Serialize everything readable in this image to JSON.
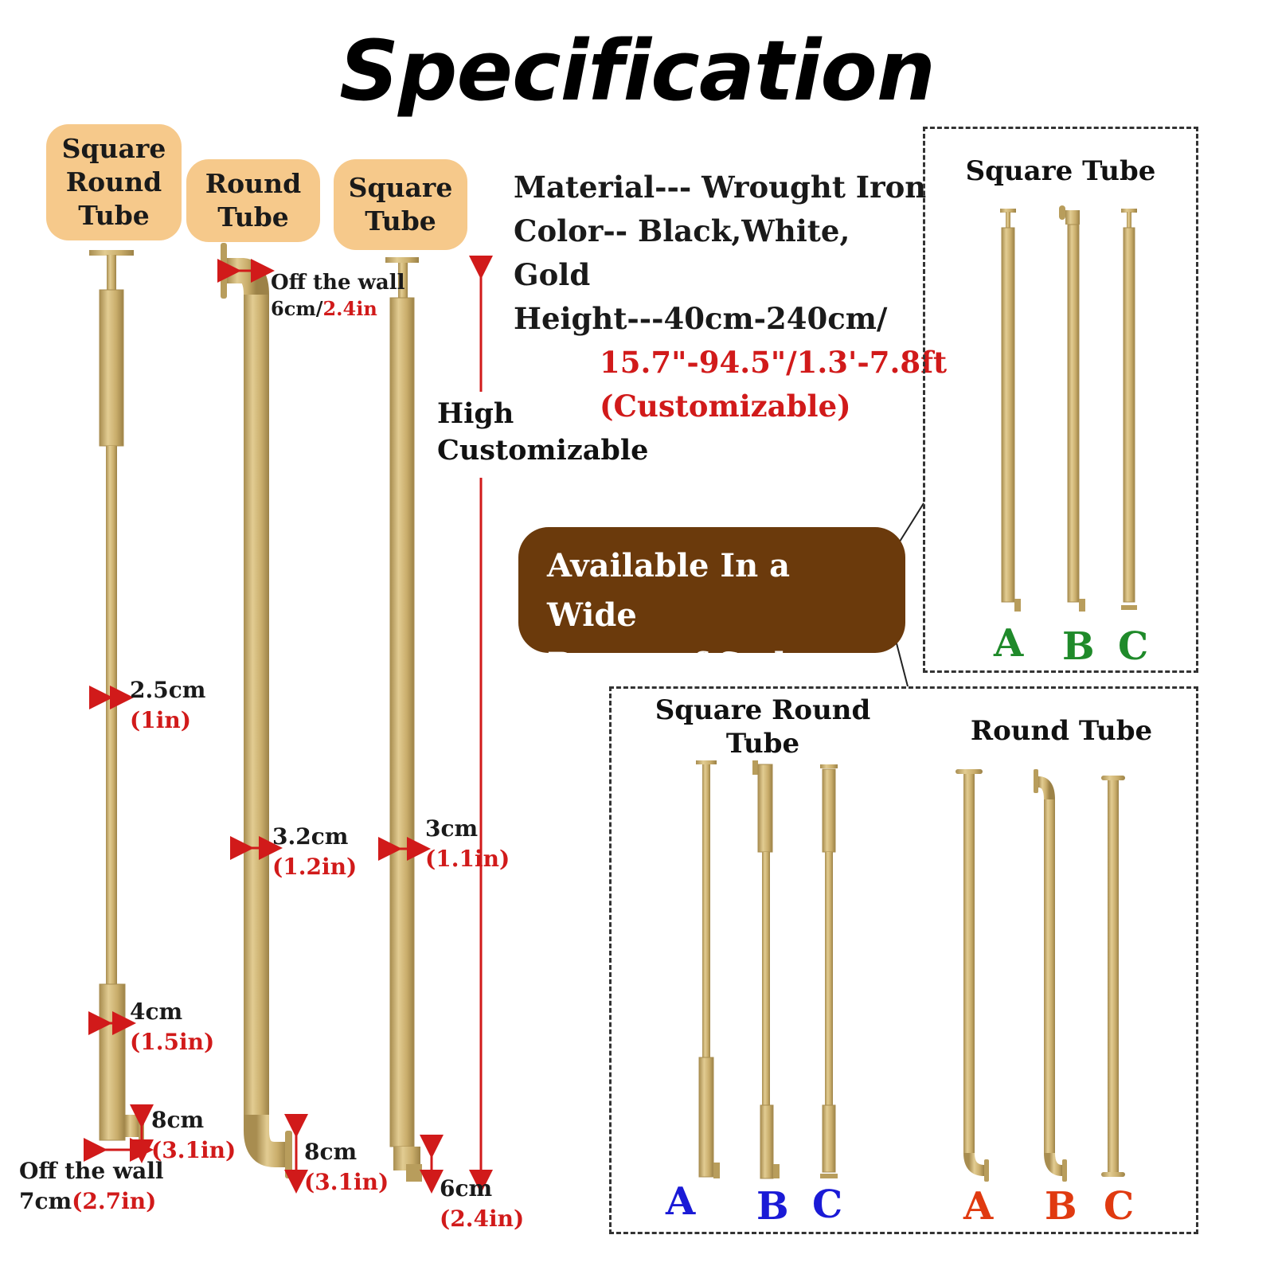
{
  "title": "Specification",
  "badges": {
    "square_round": [
      "Square",
      "Round",
      "Tube"
    ],
    "round": [
      "Round",
      "Tube"
    ],
    "square": [
      "Square",
      "Tube"
    ]
  },
  "specs": {
    "material": "Material--- Wrought Iron",
    "color": "Color-- Black,White, Gold",
    "height": "Height---40cm-240cm/",
    "height_imperial": "15.7\"-94.5\"/1.3'-7.8ft",
    "customizable": "(Customizable)"
  },
  "high_label": [
    "High",
    "Customizable"
  ],
  "dimensions": {
    "round_off_wall": "Off the wall",
    "round_off_wall_cm": "6cm/",
    "round_off_wall_in": "2.4in",
    "sr_width_cm": "2.5cm",
    "sr_width_in": "(1in)",
    "sr_base_cm": "4cm",
    "sr_base_in": "(1.5in)",
    "sr_foot_cm": "8cm",
    "sr_foot_in": "(3.1in)",
    "sr_off_wall": "Off the wall",
    "sr_off_wall_cm": "7cm",
    "sr_off_wall_in": "(2.7in)",
    "round_width_cm": "3.2cm",
    "round_width_in": "(1.2in)",
    "round_foot_cm": "8cm",
    "round_foot_in": "(3.1in)",
    "square_width_cm": "3cm",
    "square_width_in": "(1.1in)",
    "square_foot_cm": "6cm",
    "square_foot_in": "(2.4in)"
  },
  "styles_pill": [
    "Available In a Wide",
    "Range of Styles"
  ],
  "panels": {
    "square_tube": {
      "title": "Square Tube",
      "letters": [
        "A",
        "B",
        "C"
      ],
      "letter_color": "#1f8a2a"
    },
    "square_round_tube": {
      "title": [
        "Square Round",
        "Tube"
      ],
      "letters": [
        "A",
        "B",
        "C"
      ],
      "letter_color": "#1a1ad6"
    },
    "round_tube": {
      "title": "Round Tube",
      "letters": [
        "A",
        "B",
        "C"
      ],
      "letter_color": "#e03a10"
    }
  },
  "colors": {
    "gold": "#c9ad6b",
    "gold_dark": "#a88d50",
    "badge": "#f6c98b",
    "pill": "#6b3a0c",
    "red": "#d11a1a"
  }
}
